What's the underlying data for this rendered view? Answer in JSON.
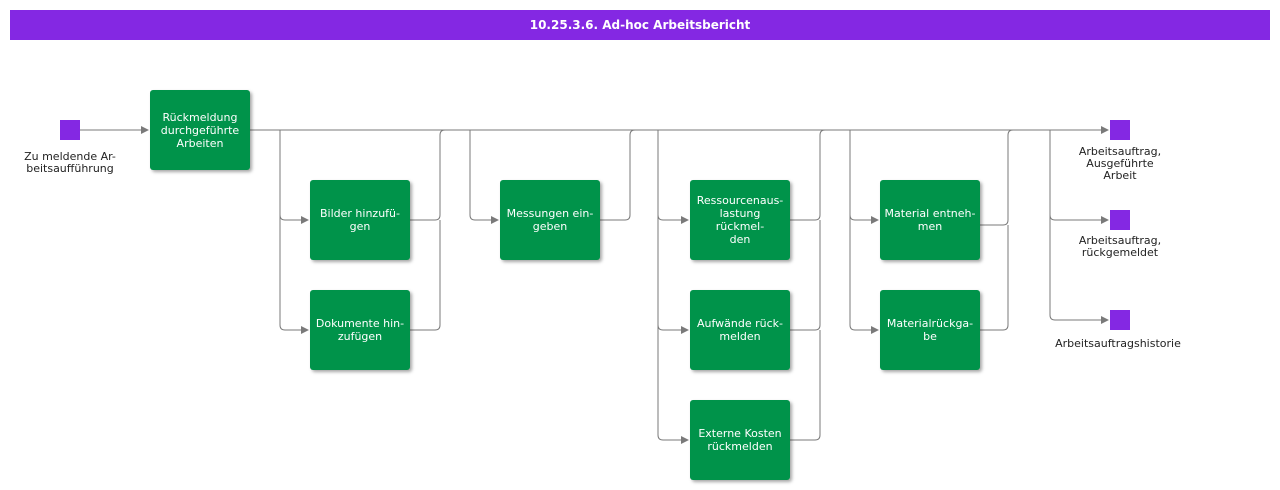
{
  "colors": {
    "header": "#8428e3",
    "task": "#00934a",
    "event": "#8428e3",
    "connector": "#7a7a7a"
  },
  "header": {
    "title": "10.25.3.6. Ad-hoc Arbeitsbericht"
  },
  "start_event": {
    "label": "Zu meldende Ar-\nbeitsaufführung"
  },
  "tasks": {
    "rueckmeldung": "Rückmeldung\ndurchgeführte\nArbeiten",
    "bilder": "Bilder hinzufü-\ngen",
    "dokumente": "Dokumente hin-\nzufügen",
    "messungen": "Messungen ein-\ngeben",
    "ressourcen": "Ressourcenaus-\nlastung rückmel-\nden",
    "aufwaende": "Aufwände rück-\nmelden",
    "externe": "Externe Kosten\nrückmelden",
    "material_entnehmen": "Material entneh-\nmen",
    "materialrueckgabe": "Materialrückga-\nbe"
  },
  "end_events": {
    "ausgefuehrt": "Arbeitsauftrag,\nAusgeführte\nArbeit",
    "rueckgemeldet": "Arbeitsauftrag,\nrückgemeldet",
    "historie": "Arbeitsauftragshistorie"
  }
}
